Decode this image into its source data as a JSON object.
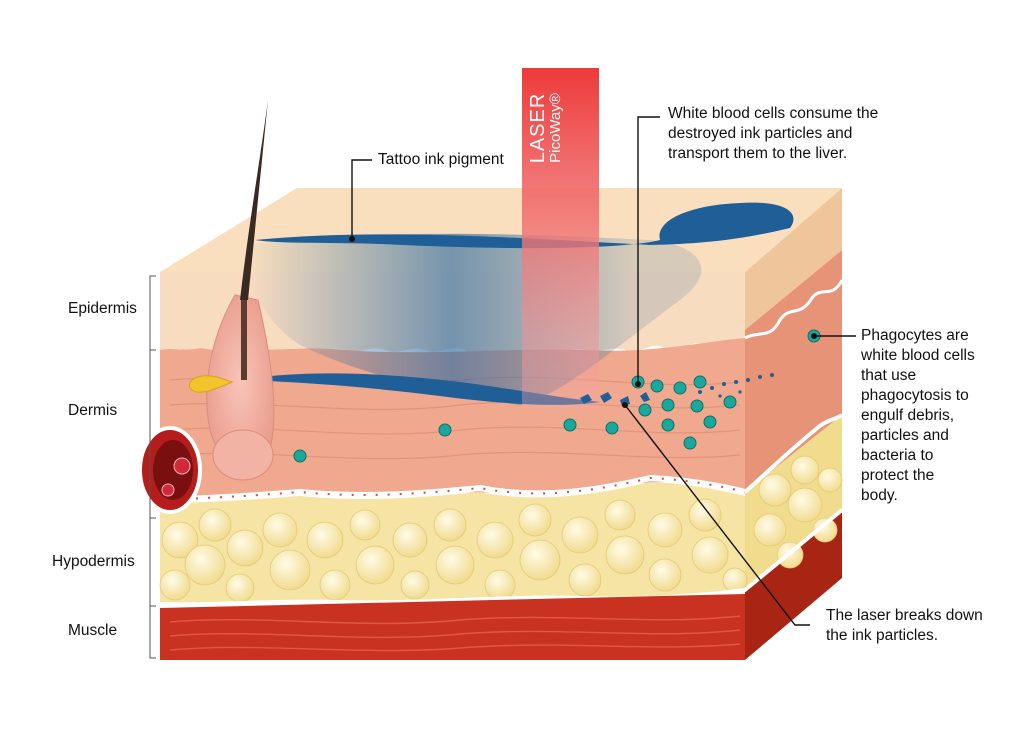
{
  "layers": {
    "epidermis": "Epidermis",
    "dermis": "Dermis",
    "hypodermis": "Hypodermis",
    "muscle": "Muscle"
  },
  "laser": {
    "label": "LASER",
    "brand": "PicoWay®"
  },
  "callouts": {
    "tattoo_ink": "Tattoo ink pigment",
    "white_cells": [
      "White blood cells consume the",
      "destroyed ink particles and",
      "transport them to the liver."
    ],
    "phagocytes": [
      "Phagocytes are",
      "white blood cells",
      "that use",
      "phagocytosis to",
      "engulf debris,",
      "particles and",
      "bacteria to",
      "protect the",
      "body."
    ],
    "laser_breaks": [
      "The laser breaks down",
      "the ink particles."
    ]
  },
  "colors": {
    "epidermis": "#f7d9b4",
    "dermis": "#f2a98f",
    "ink": "#1f5e96",
    "fat": "#f7e7a8",
    "muscle": "#c8301d",
    "laser": "#ef3b3b",
    "cell": "#1aa89c"
  }
}
